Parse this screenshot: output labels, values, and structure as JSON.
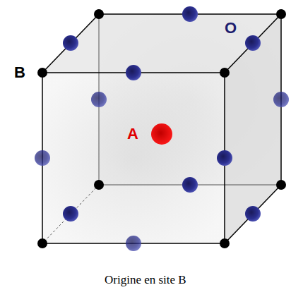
{
  "diagram": {
    "caption": "Origine en site B",
    "labels": [
      "B",
      "O",
      "A"
    ]
  }
}
